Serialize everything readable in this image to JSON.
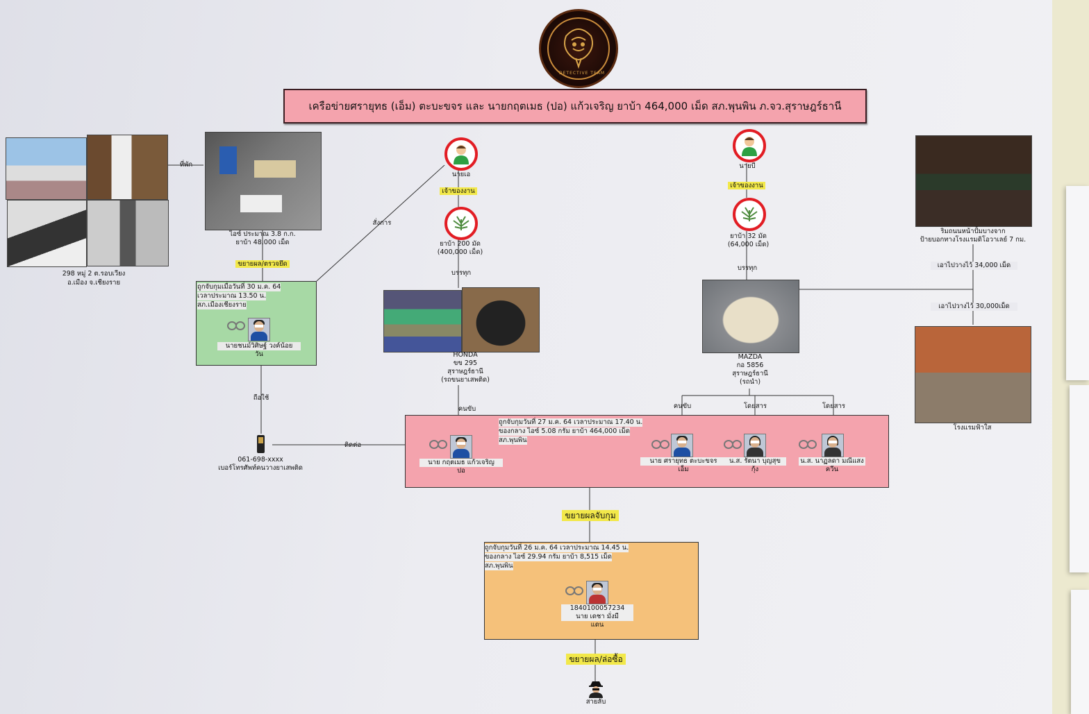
{
  "title": "เครือข่ายศรายุทธ (เอ็ม) ตะบะขจร และ นายกฤตเมธ (ปอ) แก้วเจริญ ยาบ้า 464,000 เม็ด สภ.พุนพิน ภ.จว.สุราษฎร์ธานี",
  "logo": {
    "text": "DETECTIVE TEAM"
  },
  "house": {
    "address_line1": "298 หมู่ 2 ต.รอบเวียง",
    "address_line2": "อ.เมือง จ.เชียงราย",
    "edge_label": "ที่พัก"
  },
  "seized_items": {
    "line1": "ไอซ์ ประมาณ 3.8 ก.ก.",
    "line2": "ยาบ้า 48,000 เม็ด"
  },
  "expand_check": "ขยายผล/ตรวจยึด",
  "order_label": "สั่งการ",
  "chiang_rai_arrest": {
    "line1": "ถูกจับกุมเมื่อวันที่ 30 ม.ค. 64",
    "line2": "เวลาประมาณ 13.50 น.",
    "line3": "สภ.เมืองเชียงราย",
    "name_line1": "นายชนม์วิศิษฐ์ วงค์น้อย",
    "name_line2": "วัน"
  },
  "holds_label": "ถือใช้",
  "phone": {
    "number": "061-698-xxxx",
    "caption": "เบอร์โทรศัพท์คนวางยาเสพติด",
    "contact_label": "ติดต่อ"
  },
  "person_a": {
    "label": "นายเอ",
    "role": "เจ้าของงาน",
    "drugs_line1": "ยาบ้า 200 มัด",
    "drugs_line2": "(400,000 เม็ด)",
    "loaded": "บรรทุก"
  },
  "honda": {
    "line1": "HONDA",
    "line2": "ขข 295",
    "line3": "สุราษฎร์ธานี",
    "line4": "(รถขนยาเสพติด)",
    "driver": "คนขับ"
  },
  "person_b": {
    "label": "นายบี",
    "role": "เจ้าของงาน",
    "drugs_line1": "ยาบ้า 32 มัด",
    "drugs_line2": "(64,000 เม็ด)",
    "loaded": "บรรทุก"
  },
  "mazda": {
    "line1": "MAZDA",
    "line2": "กอ 5856",
    "line3": "สุราษฎร์ธานี",
    "line4": "(รถนำ)",
    "driver": "คนขับ",
    "passenger1": "โดยสาร",
    "passenger2": "โดยสาร"
  },
  "roadside": {
    "caption_line1": "ริมถนนหน้าปั้มบางจาก",
    "caption_line2": "ป้ายบอกทางโรงแรมดิโอวาเลย์ 7 กม.",
    "placed1": "เอาไปวางไว้ 34,000 เม็ด",
    "placed2": "เอาไปวางไว้ 30,000เม็ด"
  },
  "hotel": {
    "caption": "โรงแรมฟ้าใส"
  },
  "main_arrest": {
    "line1": "ถูกจับกุมวันที่ 27 ม.ค. 64 เวลาประมาณ 17.40 น.",
    "line2": "ของกลาง ไอซ์ 5.08 กรัม ยาบ้า 464,000 เม็ด",
    "line3": "สภ.พุนพิน",
    "suspects": [
      {
        "name_line1": "นาย กฤตเมธ แก้วเจริญ",
        "name_line2": "ปอ"
      },
      {
        "name_line1": "นาย ศรายุทธ ตะบะขจร",
        "name_line2": "เอ็ม"
      },
      {
        "name_line1": "น.ส. รัตนา บุญสุข",
        "name_line2": "กุ้ง"
      },
      {
        "name_line1": "น.ส. นาฏลดา มณีแสง",
        "name_line2": "ควีน"
      }
    ]
  },
  "expand_arrest": "ขยายผลจับกุม",
  "earlier_arrest": {
    "line1": "ถูกจับกุมวันที่ 26 ม.ค. 64 เวลาประมาณ 14.45 น.",
    "line2": "ของกลาง ไอซ์ 29.94 กรัม ยาบ้า 8,515 เม็ด",
    "line3": "สภ.พุนพิน",
    "id_number": "1840100057234",
    "name_line1": "นาย เดชา มั่งมี",
    "name_line2": "แดน"
  },
  "expand_buy": "ขยายผล/ล่อซื้อ",
  "informant": {
    "label": "สายลับ"
  },
  "colors": {
    "title_bg": "#f4a3ad",
    "green_box": "#a7d9a5",
    "pink_box": "#f4a3ad",
    "orange_box": "#f5c17a",
    "highlight": "#f2e84a",
    "icon_ring": "#e21d24"
  },
  "icons": [
    "person-icon",
    "marijuana-icon",
    "handcuffs-icon",
    "phone-icon",
    "spy-icon",
    "police-logo"
  ]
}
